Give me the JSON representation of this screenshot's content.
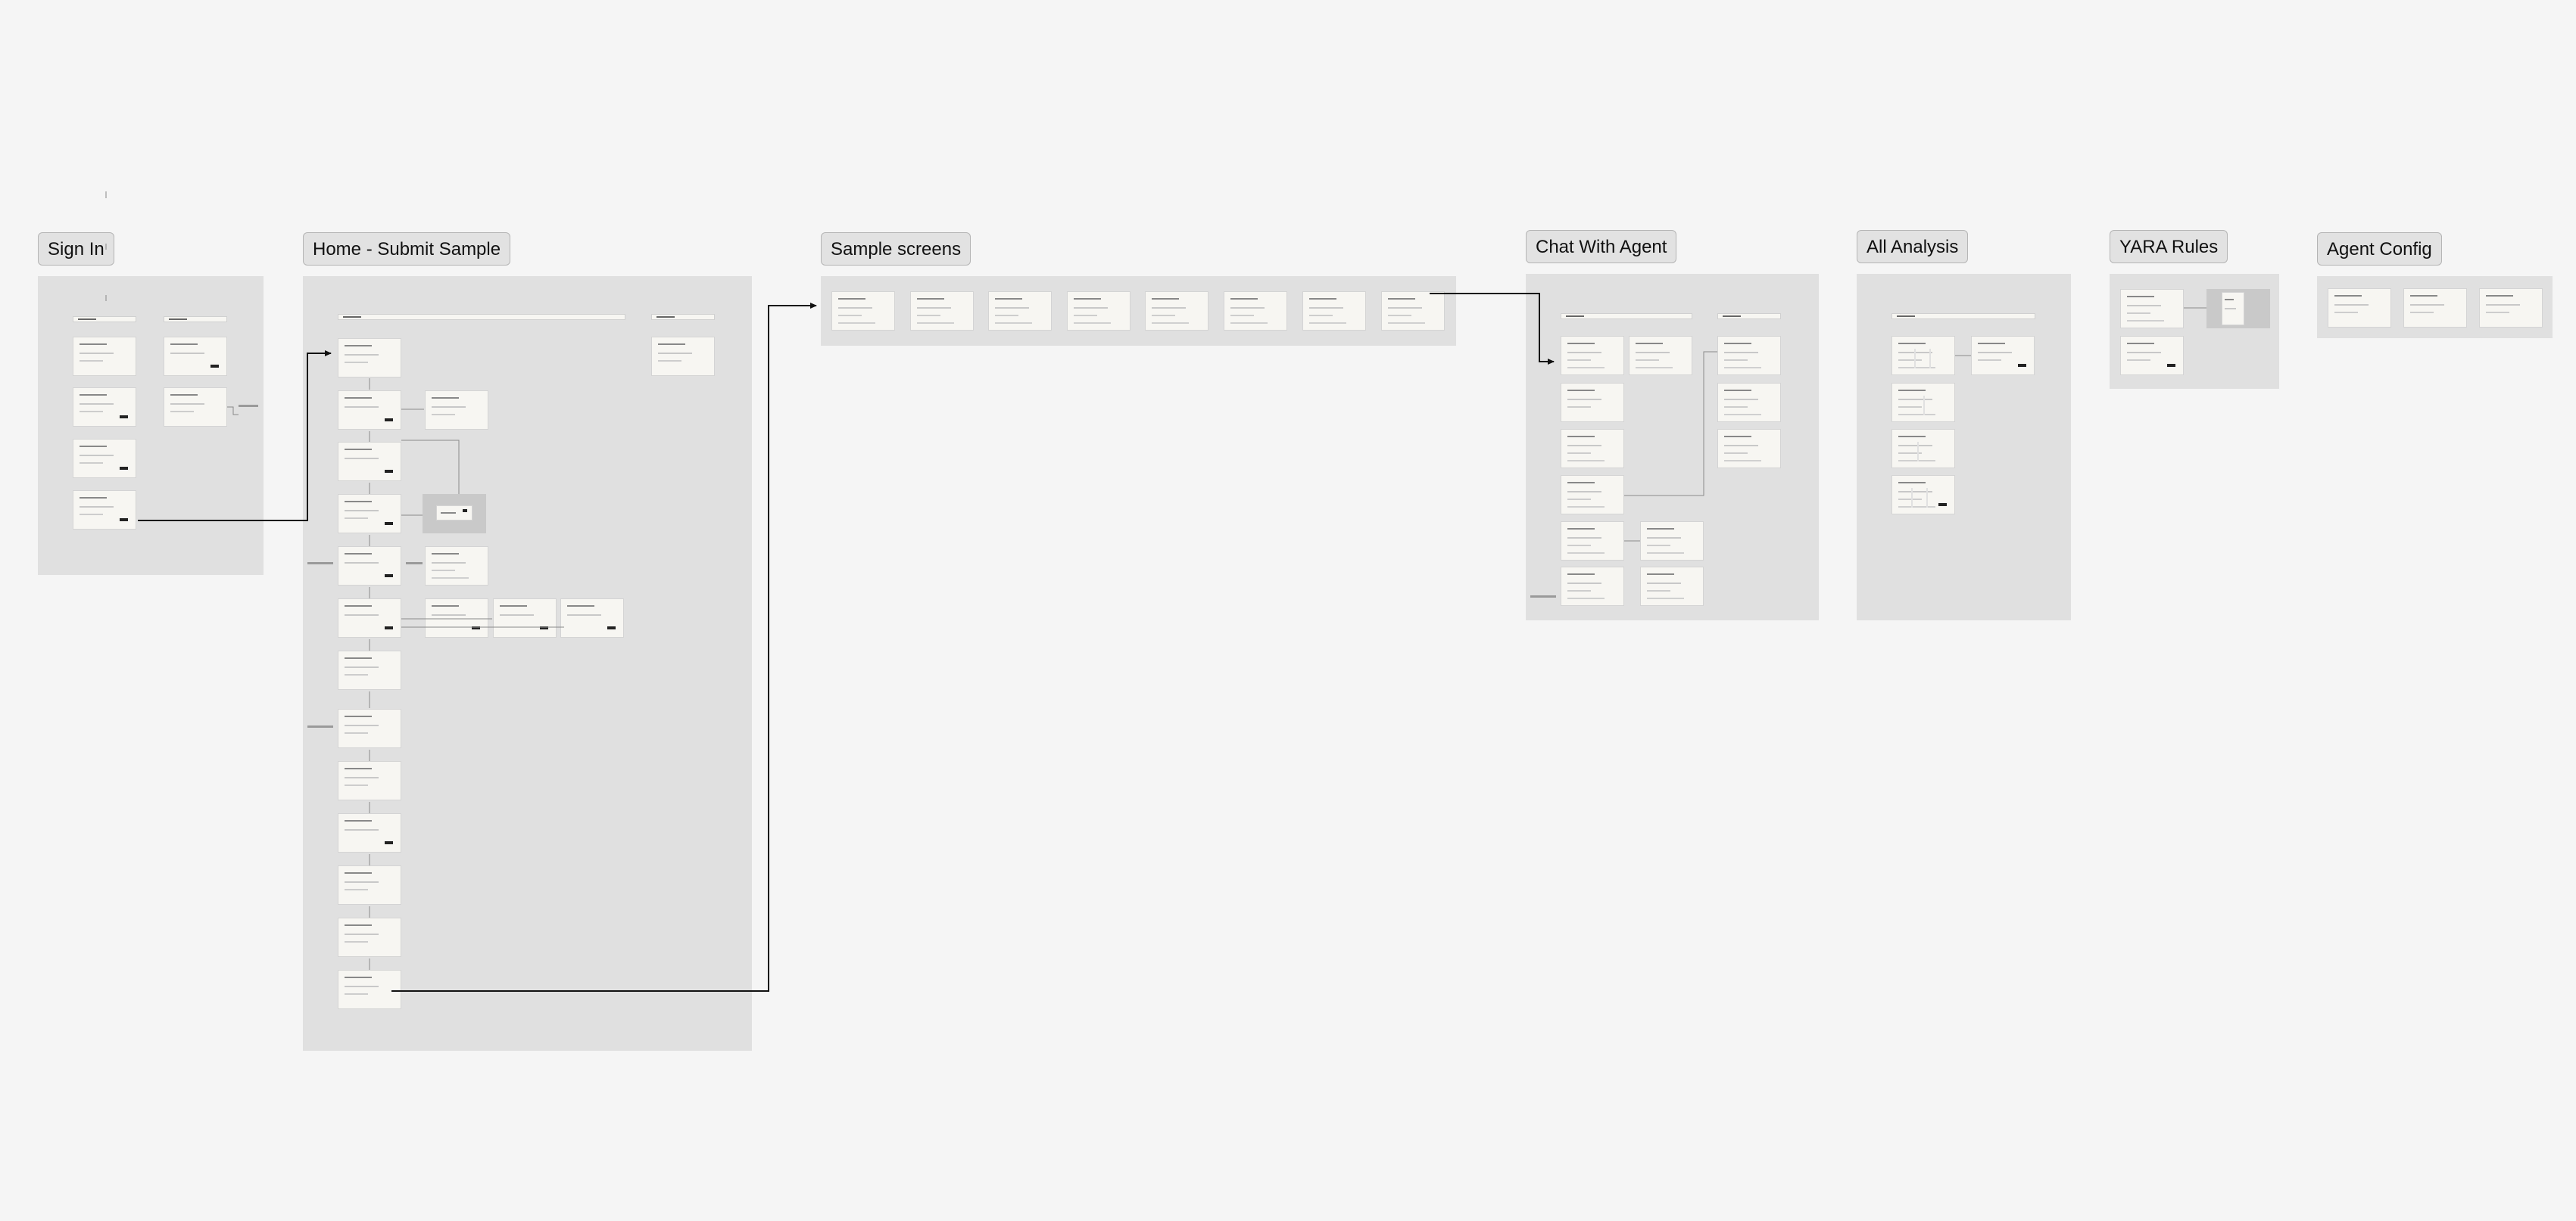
{
  "canvas": {
    "background": "#f5f5f5",
    "section_fill": "#e0e0e0",
    "connector_color": "#111111"
  },
  "sections": {
    "sign_in": "Sign In",
    "home_submit_sample": "Home - Submit Sample",
    "sample_screens": "Sample screens",
    "chat_with_agent": "Chat With Agent",
    "all_analysis": "All Analysis",
    "yara_rules": "YARA Rules",
    "agent_config": "Agent Config"
  }
}
